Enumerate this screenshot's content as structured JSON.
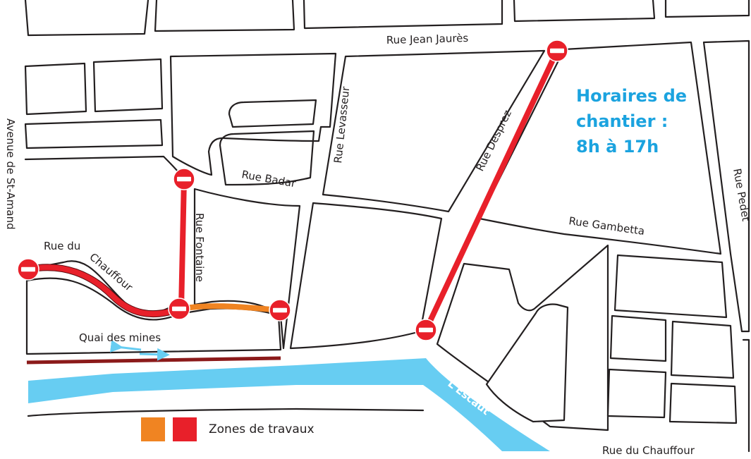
{
  "title": "",
  "colors": {
    "works_red": "#e8202a",
    "works_orange": "#f08422",
    "river": "#67cdf2",
    "hours_text": "#1ba3df",
    "street_line": "#231f20"
  },
  "streets": {
    "jean_jaures": "Rue Jean Jaurès",
    "st_amand": "Avenue de St-Amand",
    "levasseur": "Rue Levasseur",
    "desprez": "Rue Desprez",
    "badar": "Rue Badar",
    "gambetta": "Rue Gambetta",
    "pedet": "Rue Pedet",
    "fontaine": "Rue Fontaine",
    "chauffour_top_1": "Rue du",
    "chauffour_top_2": "Chauffour",
    "chauffour_bottom": "Rue du Chauffour",
    "quai": "Quai des mines"
  },
  "river": {
    "name": "L'Escaut"
  },
  "hours": {
    "line1": "Horaires de",
    "line2": "chantier :",
    "line3": "8h à 17h"
  },
  "legend": {
    "label": "Zones de travaux",
    "swatches": [
      "orange",
      "red"
    ]
  },
  "icons": {
    "closure": "no-entry-icon",
    "two_way": "two-way-arrow-icon"
  }
}
